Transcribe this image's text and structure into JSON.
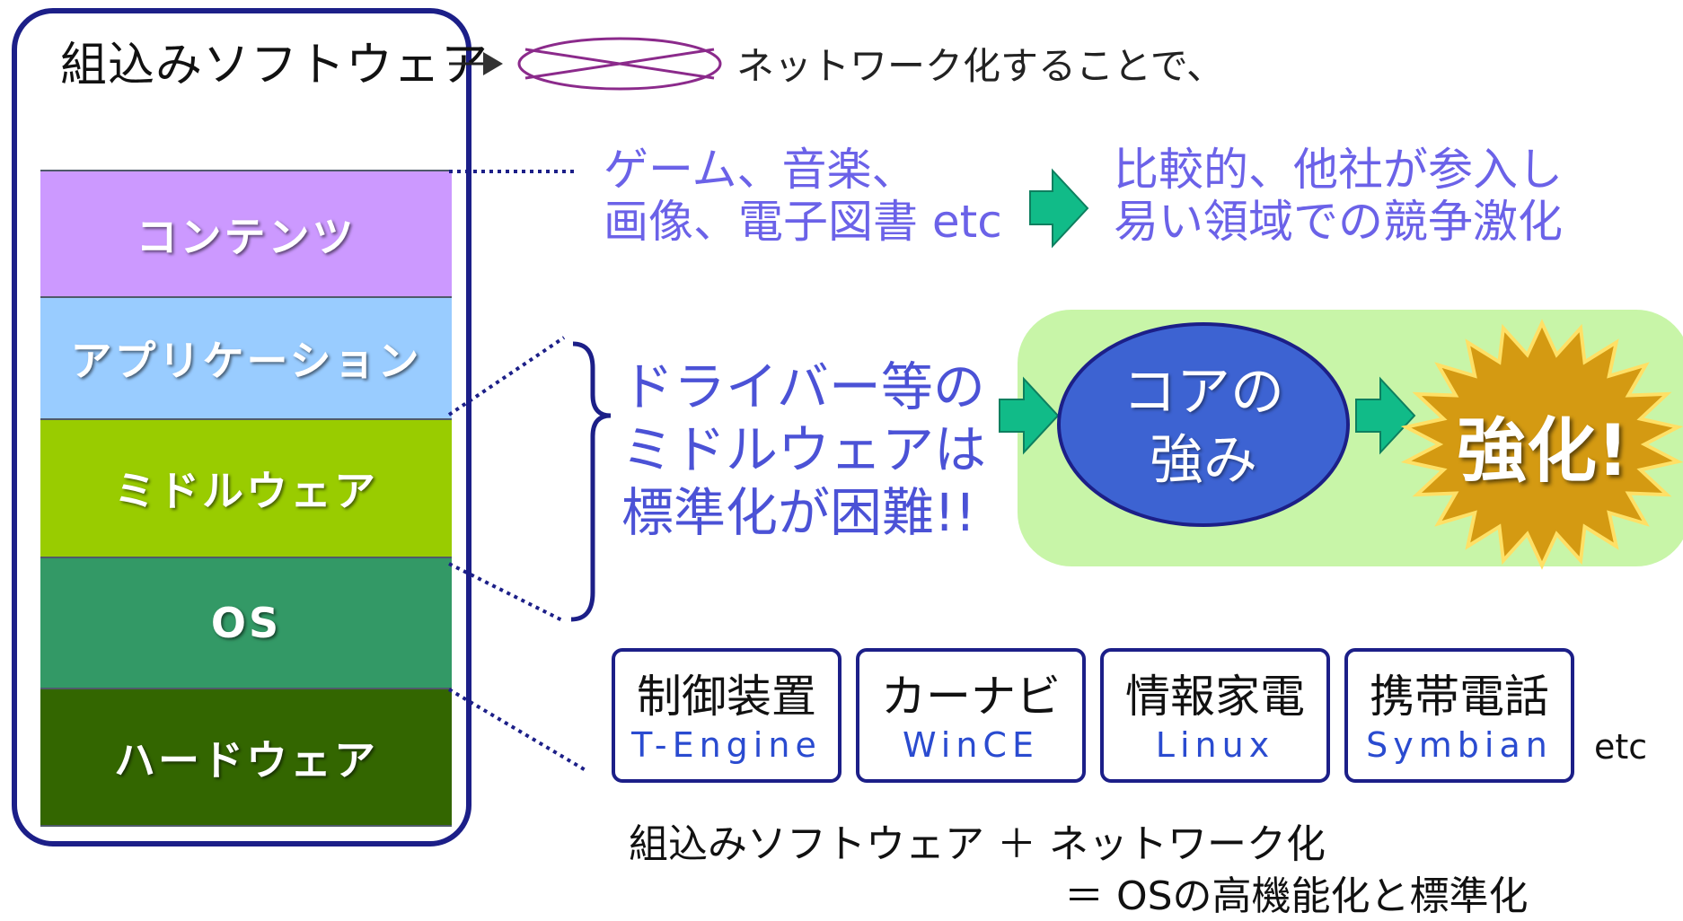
{
  "stack": {
    "title": "組込みソフトウェア",
    "layers": [
      {
        "label": "コンテンツ",
        "color": "#cc99ff"
      },
      {
        "label": "アプリケーション",
        "color": "#99ccff"
      },
      {
        "label": "ミドルウェア",
        "color": "#99cc00"
      },
      {
        "label": "OS",
        "color": "#339966"
      },
      {
        "label": "ハードウェア",
        "color": "#336600"
      }
    ]
  },
  "network_text": "ネットワーク化することで、",
  "content_note": {
    "examples_line1": "ゲーム、音楽、",
    "examples_line2": "画像、電子図書 etc",
    "result_line1": "比較的、他社が参入し",
    "result_line2": "易い領域での競争激化"
  },
  "middleware_note": {
    "line1": "ドライバー等の",
    "line2": "ミドルウェアは",
    "line3": "標準化が困難!!"
  },
  "core": {
    "line1": "コアの",
    "line2": "強み"
  },
  "strength_label": "強化!",
  "devices": [
    {
      "name": "制御装置",
      "os": "T-Engine"
    },
    {
      "name": "カーナビ",
      "os": "WinCE"
    },
    {
      "name": "情報家電",
      "os": "Linux"
    },
    {
      "name": "携帯電話",
      "os": "Symbian"
    }
  ],
  "devices_etc": "etc",
  "formula": {
    "line1": "組込みソフトウェア ＋ ネットワーク化",
    "line2": "＝ OSの高機能化と標準化"
  },
  "colors": {
    "frame": "#1c1f88",
    "arrow_green": "#11bb88",
    "panel_green": "#c8f5a8",
    "core_blue": "#3d63d2",
    "burst_gold": "#d49a12",
    "text_blue": "#6b62e8"
  }
}
